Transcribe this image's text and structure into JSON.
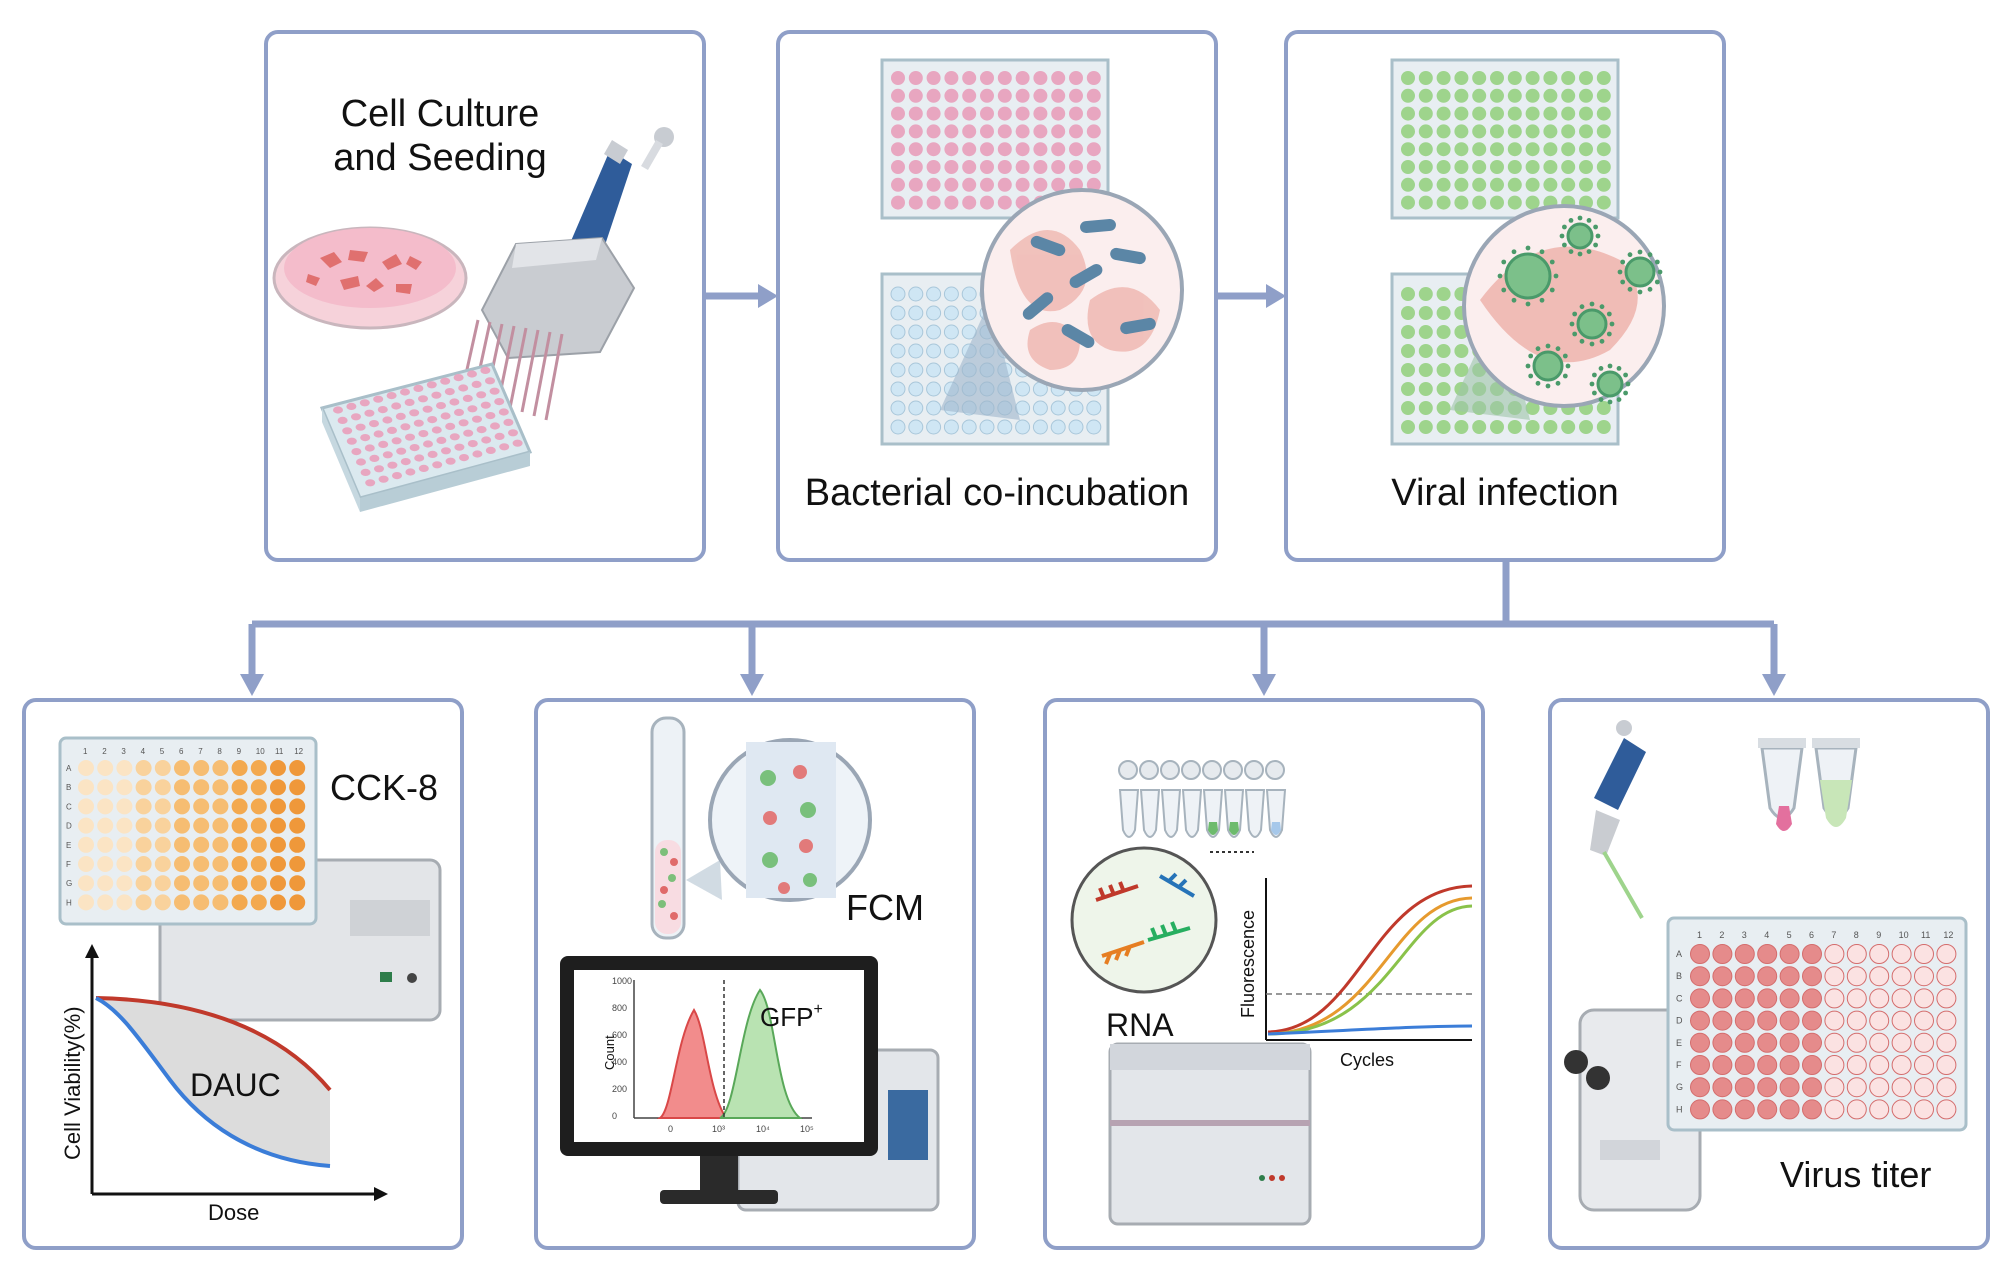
{
  "colors": {
    "connector": "#8f9fc8",
    "pink_well": "#e8a6c0",
    "green_well": "#9ed48c",
    "blue_well": "#cfe6f4",
    "orange_well": "#f0a14a",
    "cell": "#f4c6c0",
    "virus": "#4a9a6a",
    "bacteria": "#5b86a6",
    "curve_red": "#c0392b",
    "curve_blue": "#3b7dd8",
    "curve_orange": "#e69a2e",
    "curve_green": "#8ac24a"
  },
  "steps": [
    {
      "title_line1": "Cell Culture",
      "title_line2": "and Seeding"
    },
    {
      "title": "Bacterial co-incubation"
    },
    {
      "title": "Viral infection"
    }
  ],
  "assays": {
    "cck8": {
      "label": "CCK-8",
      "area_label": "DAUC",
      "ylabel": "Cell Viability(%)",
      "xlabel": "Dose",
      "plate_cols": [
        "1",
        "2",
        "3",
        "4",
        "5",
        "6",
        "7",
        "8",
        "9",
        "10",
        "11",
        "12"
      ],
      "plate_rows": [
        "A",
        "B",
        "C",
        "D",
        "E",
        "F",
        "G",
        "H"
      ]
    },
    "fcm": {
      "label": "FCM",
      "gate_label": "GFP",
      "gate_sup": "+",
      "ylabel": "Count",
      "yticks": [
        "1000",
        "800",
        "600",
        "400",
        "200",
        "0"
      ],
      "xticks": [
        "0",
        "10³",
        "10⁴",
        "10⁵"
      ]
    },
    "rna": {
      "label": "RNA",
      "ylabel": "Fluorescence",
      "xlabel": "Cycles"
    },
    "virus": {
      "label": "Virus titer",
      "plate_cols": [
        "1",
        "2",
        "3",
        "4",
        "5",
        "6",
        "7",
        "8",
        "9",
        "10",
        "11",
        "12"
      ],
      "plate_rows": [
        "A",
        "B",
        "C",
        "D",
        "E",
        "F",
        "G",
        "H"
      ]
    }
  }
}
